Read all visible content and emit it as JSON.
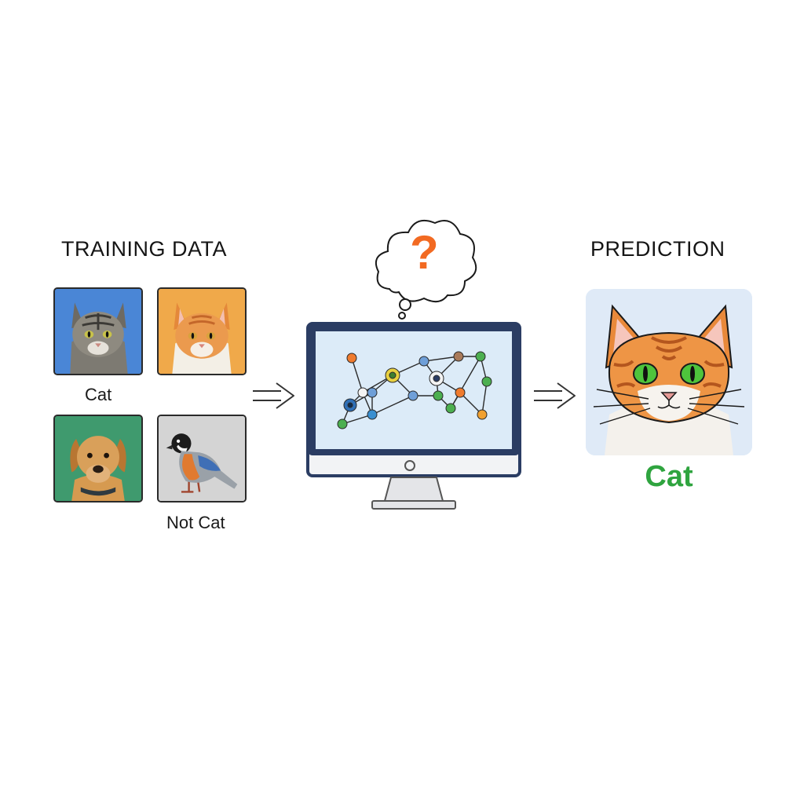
{
  "training": {
    "heading": "TRAINING DATA",
    "cat_label": "Cat",
    "not_cat_label": "Not Cat",
    "tiles": [
      {
        "icon": "tabby-cat-photo",
        "bg": "#4a86d6"
      },
      {
        "icon": "orange-cat-photo",
        "bg": "#f0a94a"
      },
      {
        "icon": "dog-photo",
        "bg": "#3f9a6e"
      },
      {
        "icon": "bird-photo",
        "bg": "#d4d4d4"
      }
    ]
  },
  "model": {
    "thought_symbol": "?",
    "thought_color": "#f26a22",
    "screen_bg": "#dcebf8",
    "frame_color": "#2b3d63"
  },
  "prediction": {
    "heading": "PREDICTION",
    "result": "Cat",
    "result_color": "#2fa43f",
    "card_bg": "#dfeaf7"
  }
}
